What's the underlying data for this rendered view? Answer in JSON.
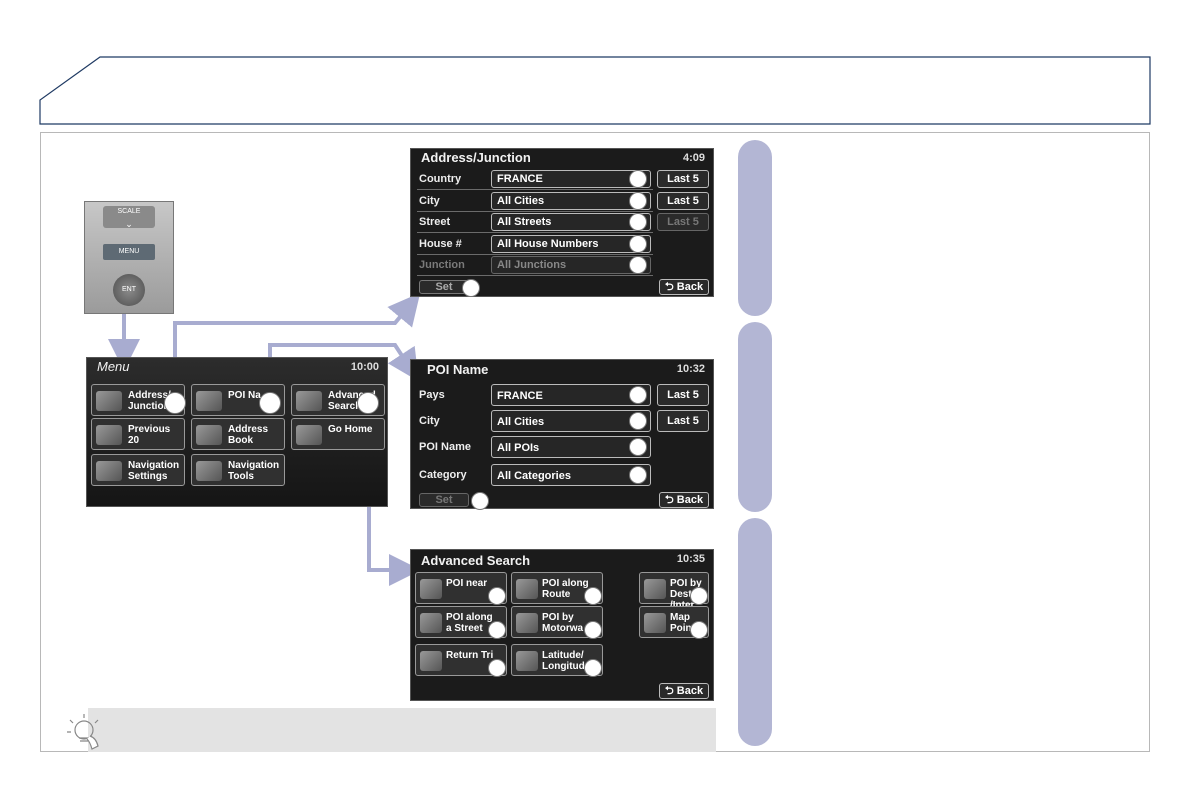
{
  "address_screen": {
    "title": "Address/Junction",
    "time": "4:09",
    "rows": [
      {
        "label": "Country",
        "value": "FRANCE",
        "last5": "Last 5"
      },
      {
        "label": "City",
        "value": "All Cities",
        "last5": "Last 5"
      },
      {
        "label": "Street",
        "value": "All Streets",
        "last5": "Last 5"
      },
      {
        "label": "House #",
        "value": "All House Numbers"
      },
      {
        "label": "Junction",
        "value": "All Junctions"
      }
    ],
    "set": "Set",
    "back": "Back"
  },
  "poi_screen": {
    "title": "POI Name",
    "time": "10:32",
    "rows": [
      {
        "label": "Pays",
        "value": "FRANCE",
        "last5": "Last 5"
      },
      {
        "label": "City",
        "value": "All Cities",
        "last5": "Last 5"
      },
      {
        "label": "POI Name",
        "value": "All POIs"
      },
      {
        "label": "Category",
        "value": "All Categories"
      }
    ],
    "set": "Set",
    "back": "Back"
  },
  "advanced_screen": {
    "title": "Advanced Search",
    "time": "10:35",
    "tiles": [
      {
        "l1": "POI near",
        "l2": ""
      },
      {
        "l1": "POI along",
        "l2": "Route"
      },
      {
        "l1": "POI by Dest.",
        "l2": "/Inter. de"
      },
      {
        "l1": "POI along",
        "l2": "a Street"
      },
      {
        "l1": "POI by",
        "l2": "Motorwa"
      },
      {
        "l1": "Map Point",
        "l2": ""
      },
      {
        "l1": "Return Tri",
        "l2": ""
      },
      {
        "l1": "Latitude/",
        "l2": "Longitud"
      }
    ],
    "back": "Back"
  },
  "menu_screen": {
    "title": "Menu",
    "time": "10:00",
    "tiles": [
      {
        "l1": "Address/",
        "l2": "Junction"
      },
      {
        "l1": "POI Na",
        "l2": ""
      },
      {
        "l1": "Advanced",
        "l2": "Search"
      },
      {
        "l1": "Previous",
        "l2": "20"
      },
      {
        "l1": "Address",
        "l2": "Book"
      },
      {
        "l1": "Go Home",
        "l2": ""
      },
      {
        "l1": "Navigation",
        "l2": "Settings"
      },
      {
        "l1": "Navigation",
        "l2": "Tools"
      }
    ]
  },
  "device": {
    "scale": "SCALE",
    "menu": "MENU",
    "ent": "ENT"
  },
  "colors": {
    "accent_bar": "#b3b6d4",
    "arrow": "#a8acd0",
    "tip_band": "#e3e3e3"
  }
}
